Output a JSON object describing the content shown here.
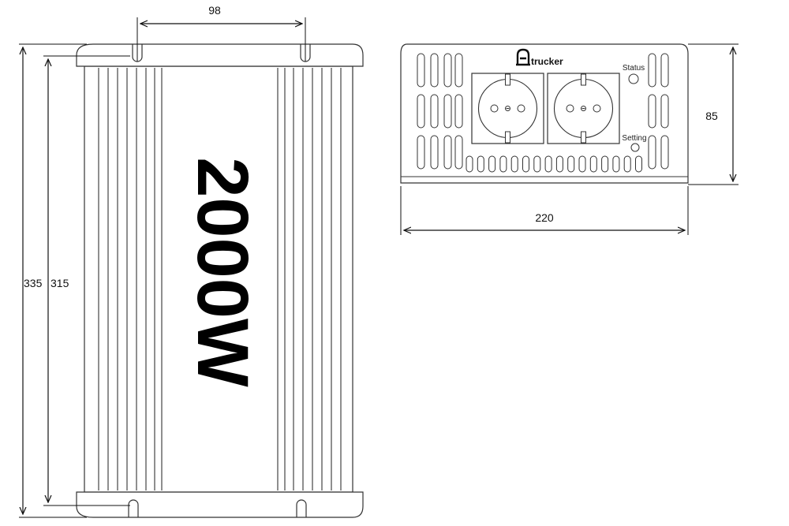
{
  "top_view": {
    "power_label": "2000W",
    "dimensions": {
      "mount_hole_spacing": "98",
      "overall_length": "335",
      "body_length": "315"
    }
  },
  "front_view": {
    "brand": "trucker",
    "status_label": "Status",
    "setting_label": "Setting",
    "outlet_count": 2,
    "dimensions": {
      "width": "220",
      "height": "85"
    }
  }
}
